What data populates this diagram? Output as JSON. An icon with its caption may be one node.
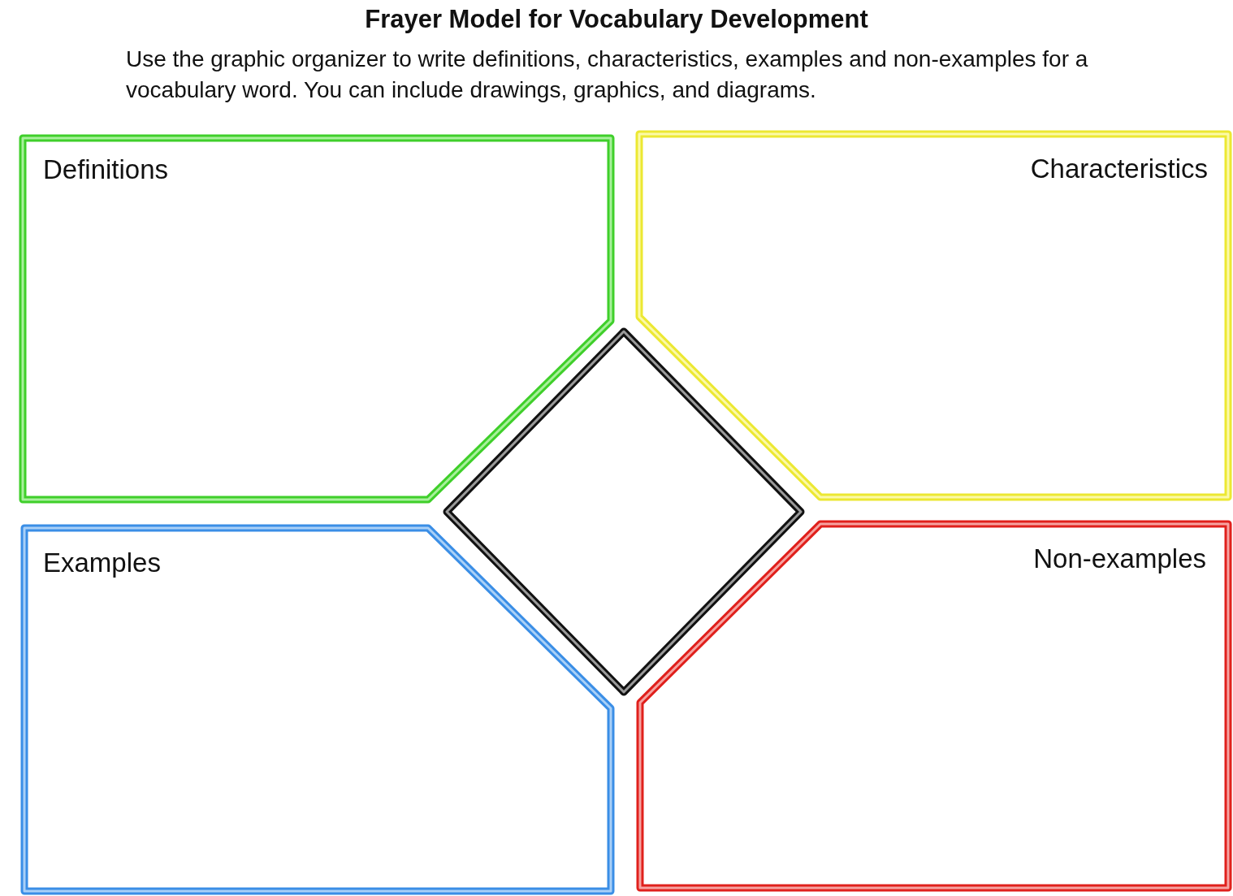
{
  "diagram": {
    "title": "Frayer Model for Vocabulary Development",
    "nodes": [
      {
        "text": [
          "Definitions"
        ]
      },
      {
        "text": [
          "Characteristics"
        ]
      },
      {
        "text": [],
        "shape": "diamond"
      },
      {
        "text": [
          "Examples"
        ]
      },
      {
        "text": [
          "Non-examples"
        ]
      }
    ],
    "labels": [
      "Use the graphic organizer to write definitions, characteristics, examples and non-examples for a vocabulary word. You can include drawings, graphics, and diagrams."
    ]
  }
}
